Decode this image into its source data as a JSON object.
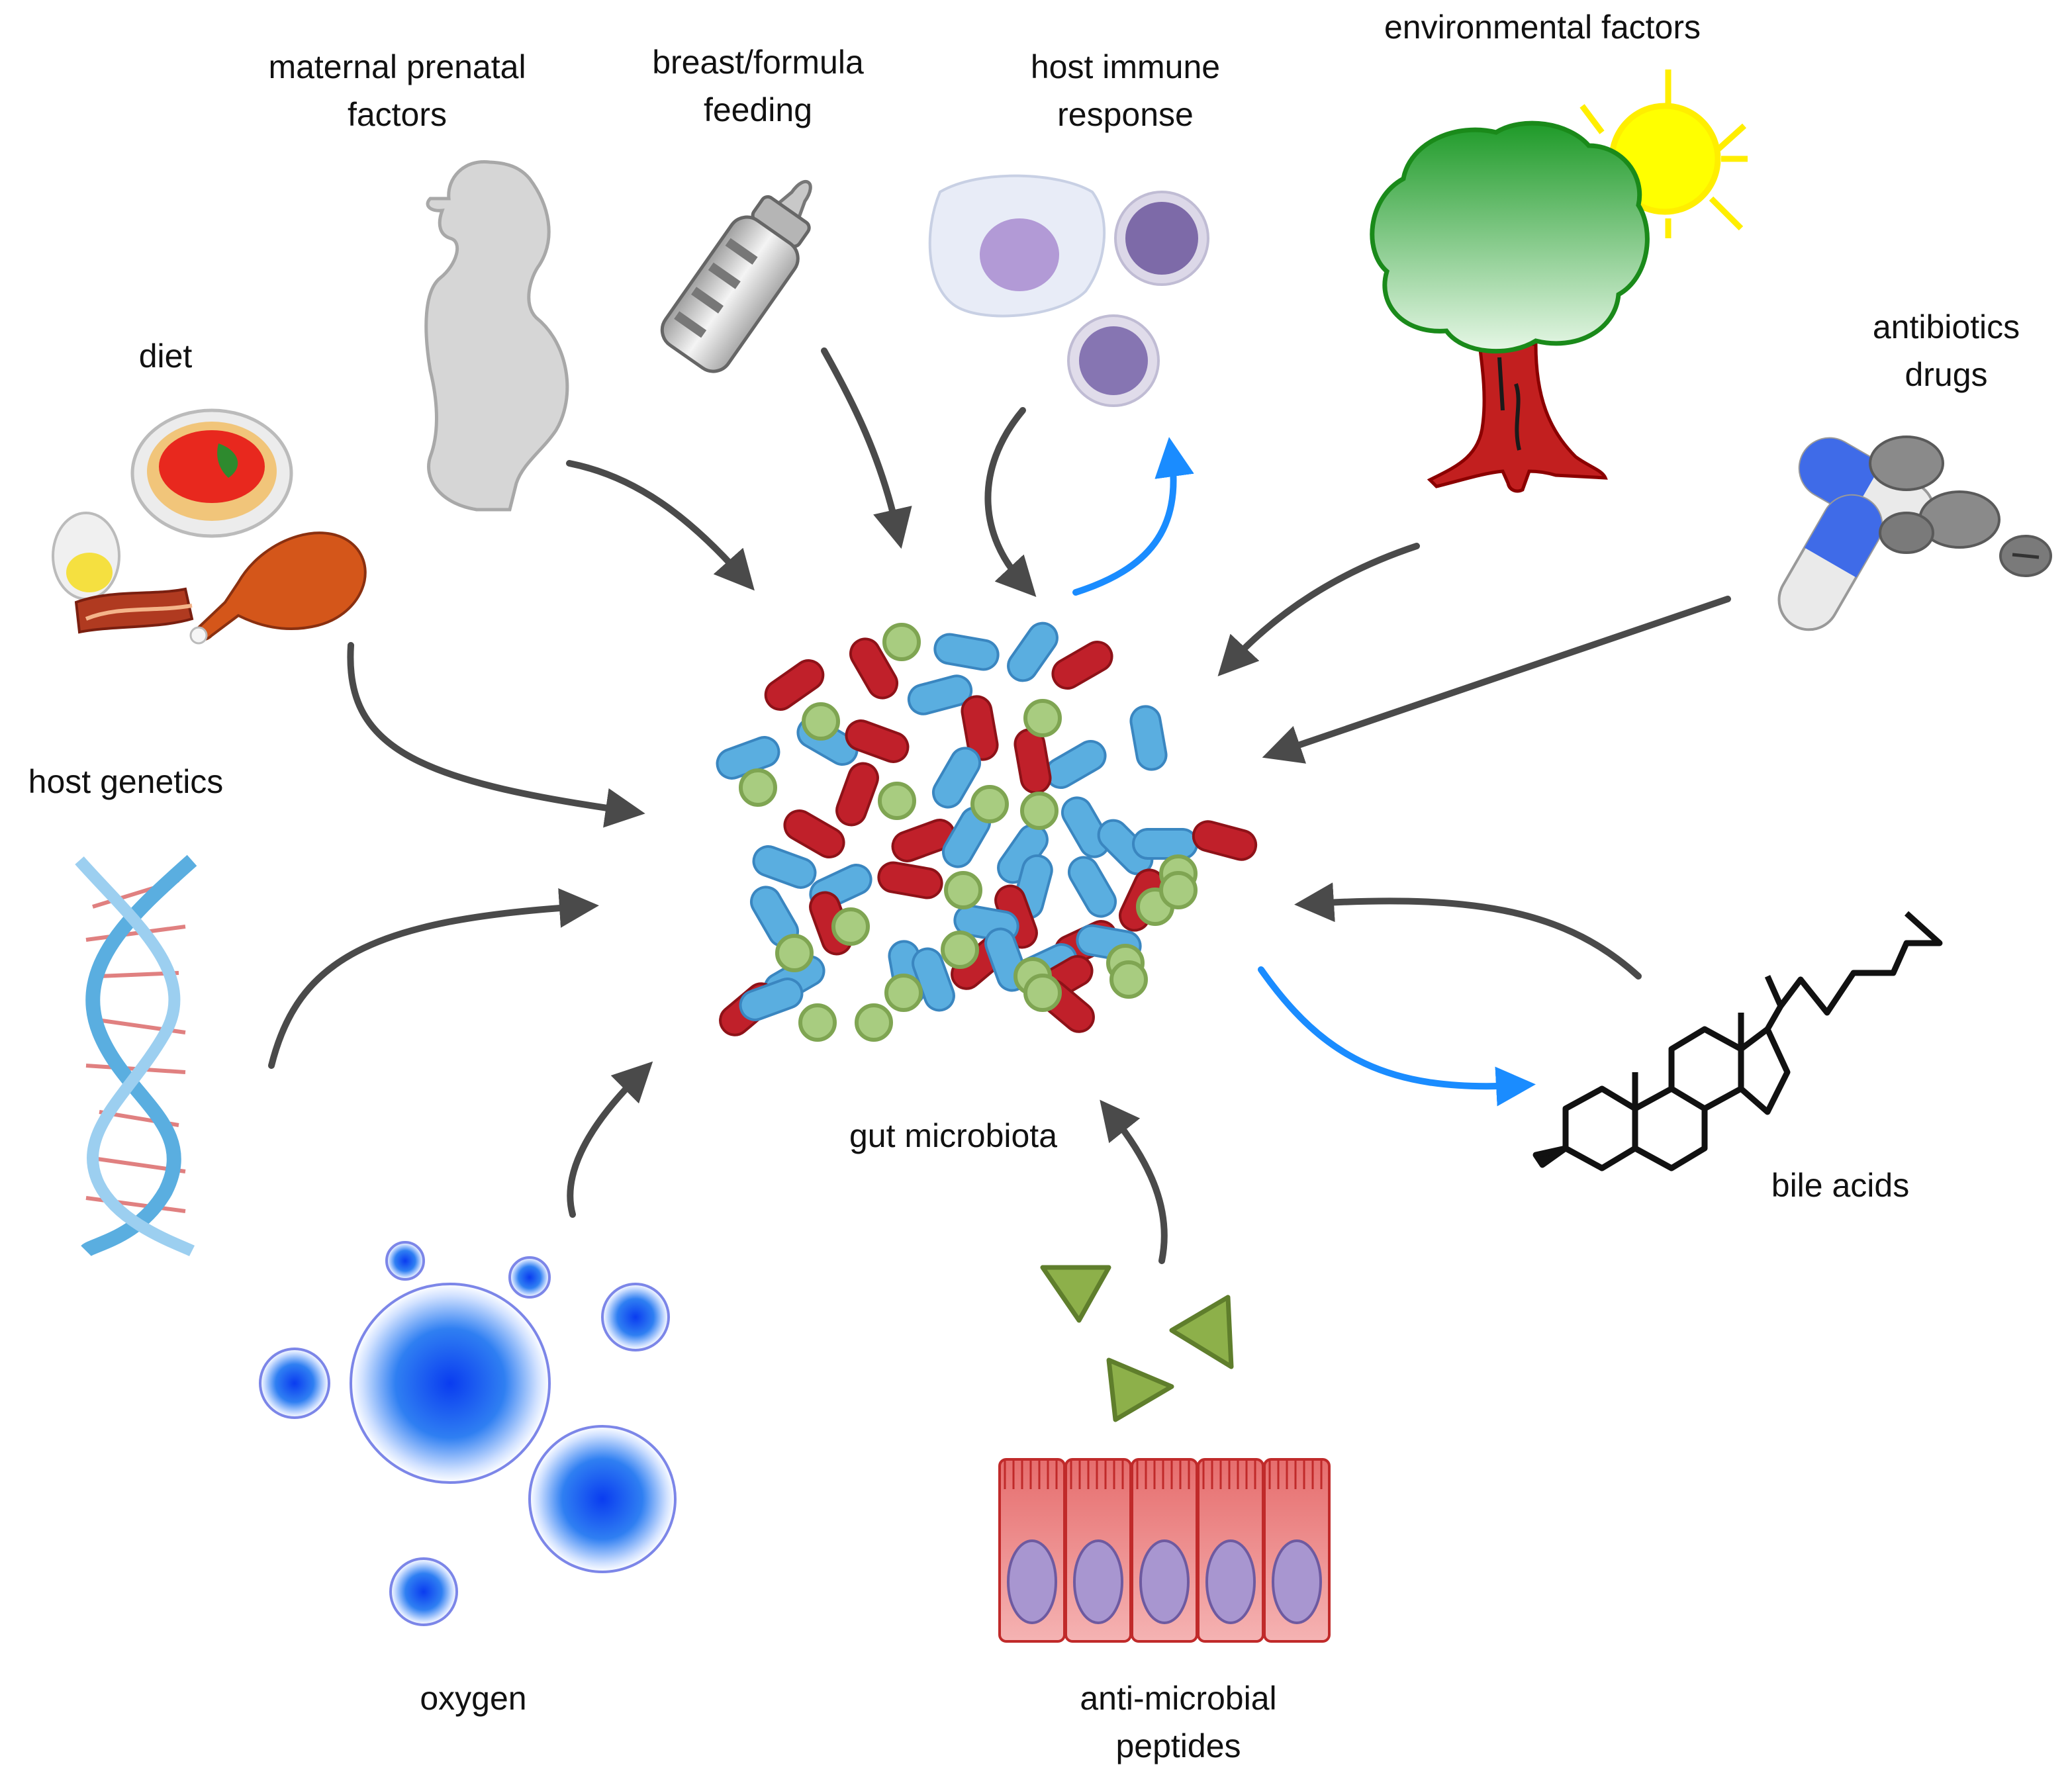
{
  "labels": {
    "maternal": [
      "maternal prenatal",
      "factors"
    ],
    "feeding": [
      "breast/formula",
      "feeding"
    ],
    "immune": [
      "host immune",
      "response"
    ],
    "environment": [
      "environmental factors"
    ],
    "antibiotics": [
      "antibiotics",
      "drugs"
    ],
    "diet": [
      "diet"
    ],
    "genetics": [
      "host genetics"
    ],
    "center": [
      "gut microbiota"
    ],
    "bile": [
      "bile acids"
    ],
    "oxygen": [
      "oxygen"
    ],
    "peptides": [
      "anti-microbial",
      "peptides"
    ]
  },
  "colors": {
    "arrow_dark": "#4a4a4a",
    "arrow_blue": "#1a8cff",
    "bacteria_red": "#c0202a",
    "bacteria_blue": "#5aaee0",
    "bacteria_green": "#a8cc80",
    "tree_green": "#2fa52f",
    "sun_yellow": "#ffff00",
    "oxygen_blue": "#0a45e6"
  },
  "icons": {
    "maternal": "pregnant-silhouette-icon",
    "feeding": "baby-bottle-icon",
    "immune": "immune-cells-icon",
    "environment": "tree-and-sun-icon",
    "antibiotics": "pills-icon",
    "diet": "food-plate-icon",
    "genetics": "dna-helix-icon",
    "center": "bacteria-cluster-icon",
    "bile": "steroid-molecule-icon",
    "oxygen": "oxygen-bubbles-icon",
    "peptides": "epithelium-peptides-icon"
  }
}
